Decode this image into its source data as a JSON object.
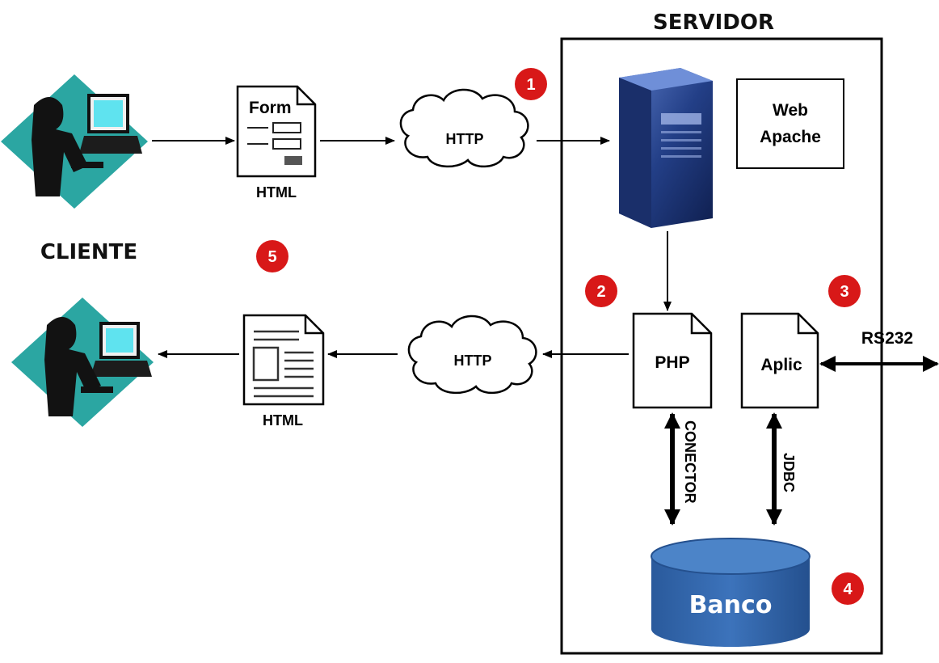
{
  "client": {
    "label": "CLIENTE"
  },
  "server": {
    "label": "SERVIDOR",
    "web_label_1": "Web",
    "web_label_2": "Apache"
  },
  "request": {
    "form_label": "Form",
    "html_label": "HTML",
    "http_label": "HTTP"
  },
  "response": {
    "html_label": "HTML",
    "http_label": "HTTP"
  },
  "php": {
    "label": "PHP",
    "connector_label": "CONECTOR"
  },
  "aplic": {
    "label": "Aplic",
    "jdbc_label": "JDBC",
    "serial_label": "RS232"
  },
  "database": {
    "label": "Banco"
  },
  "steps": [
    "1",
    "2",
    "3",
    "4",
    "5"
  ],
  "colors": {
    "badge": "#d81818",
    "database": "#2f63a6",
    "person": "#2ba6a2",
    "server": "#233f87"
  }
}
